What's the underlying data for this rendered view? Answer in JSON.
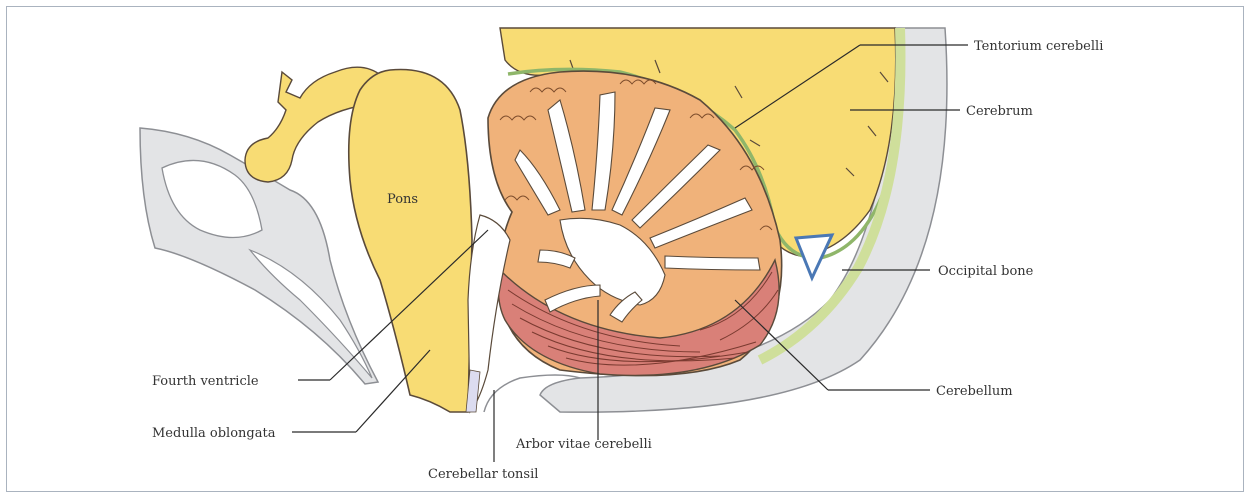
{
  "labels": {
    "tentorium": "Tentorium cerebelli",
    "cerebrum": "Cerebrum",
    "pons": "Pons",
    "occipital_bone": "Occipital bone",
    "fourth_ventricle": "Fourth ventricle",
    "cerebellum": "Cerebellum",
    "medulla": "Medulla oblongata",
    "arbor_vitae": "Arbor vitae cerebelli",
    "tonsil": "Cerebellar tonsil"
  },
  "colors": {
    "brainstem_yellow": "#f8dc74",
    "cerebellum_cortex": "#f0b27a",
    "cerebellum_tonsil": "#d98078",
    "bone_gray": "#e3e4e6",
    "meninges_green": "#d6e4a6",
    "outline": "#5a4a3a"
  }
}
